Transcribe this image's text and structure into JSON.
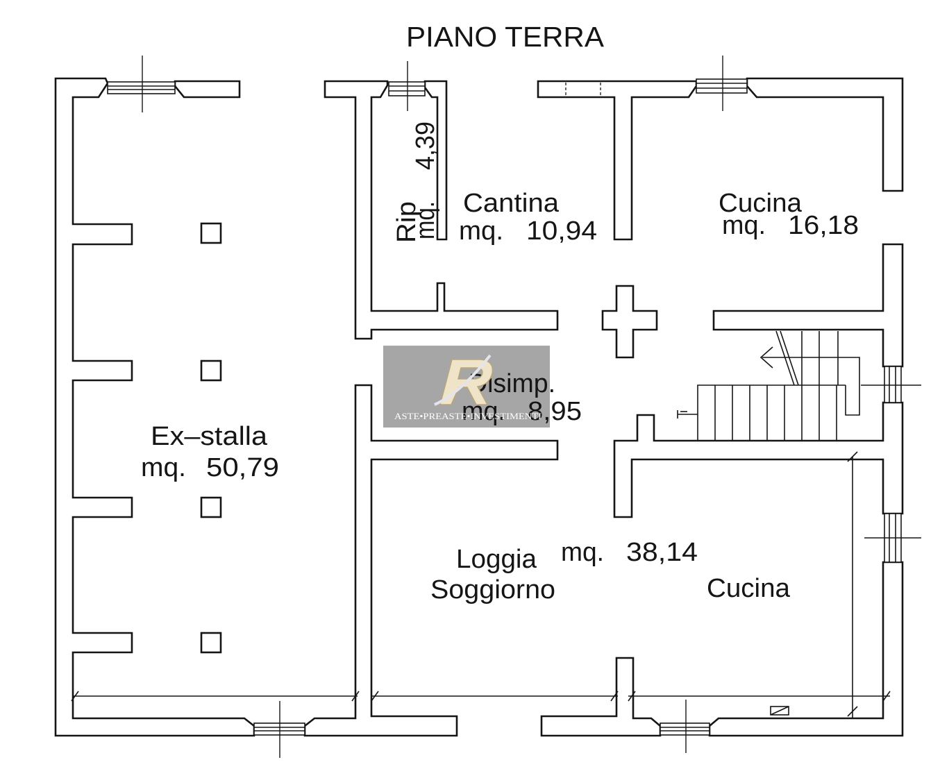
{
  "title": "PIANO TERRA",
  "rooms": {
    "ex_stalla": {
      "name": "Ex–stalla",
      "unit": "mq.",
      "area": "50,79"
    },
    "rip": {
      "name": "Rip",
      "unit": "mq.",
      "area": "4,39"
    },
    "cantina": {
      "name": "Cantina",
      "unit": "mq.",
      "area": "10,94"
    },
    "cucina": {
      "name": "Cucina",
      "unit": "mq.",
      "area": "16,18"
    },
    "disimp": {
      "name": "Disimp.",
      "unit": "mq.",
      "area": "8,95"
    },
    "loggia": {
      "names": [
        "Loggia",
        "Soggiorno",
        "Cucina"
      ],
      "unit": "mq.",
      "area": "38,14"
    }
  },
  "watermark": {
    "caption": "ASTE•PREASTE•INVESTIMENTI"
  },
  "colors": {
    "line": "#151515",
    "background": "#ffffff",
    "watermark": "#9c9c9c",
    "logo": "#efe4c8",
    "caption": "#ffffff"
  }
}
